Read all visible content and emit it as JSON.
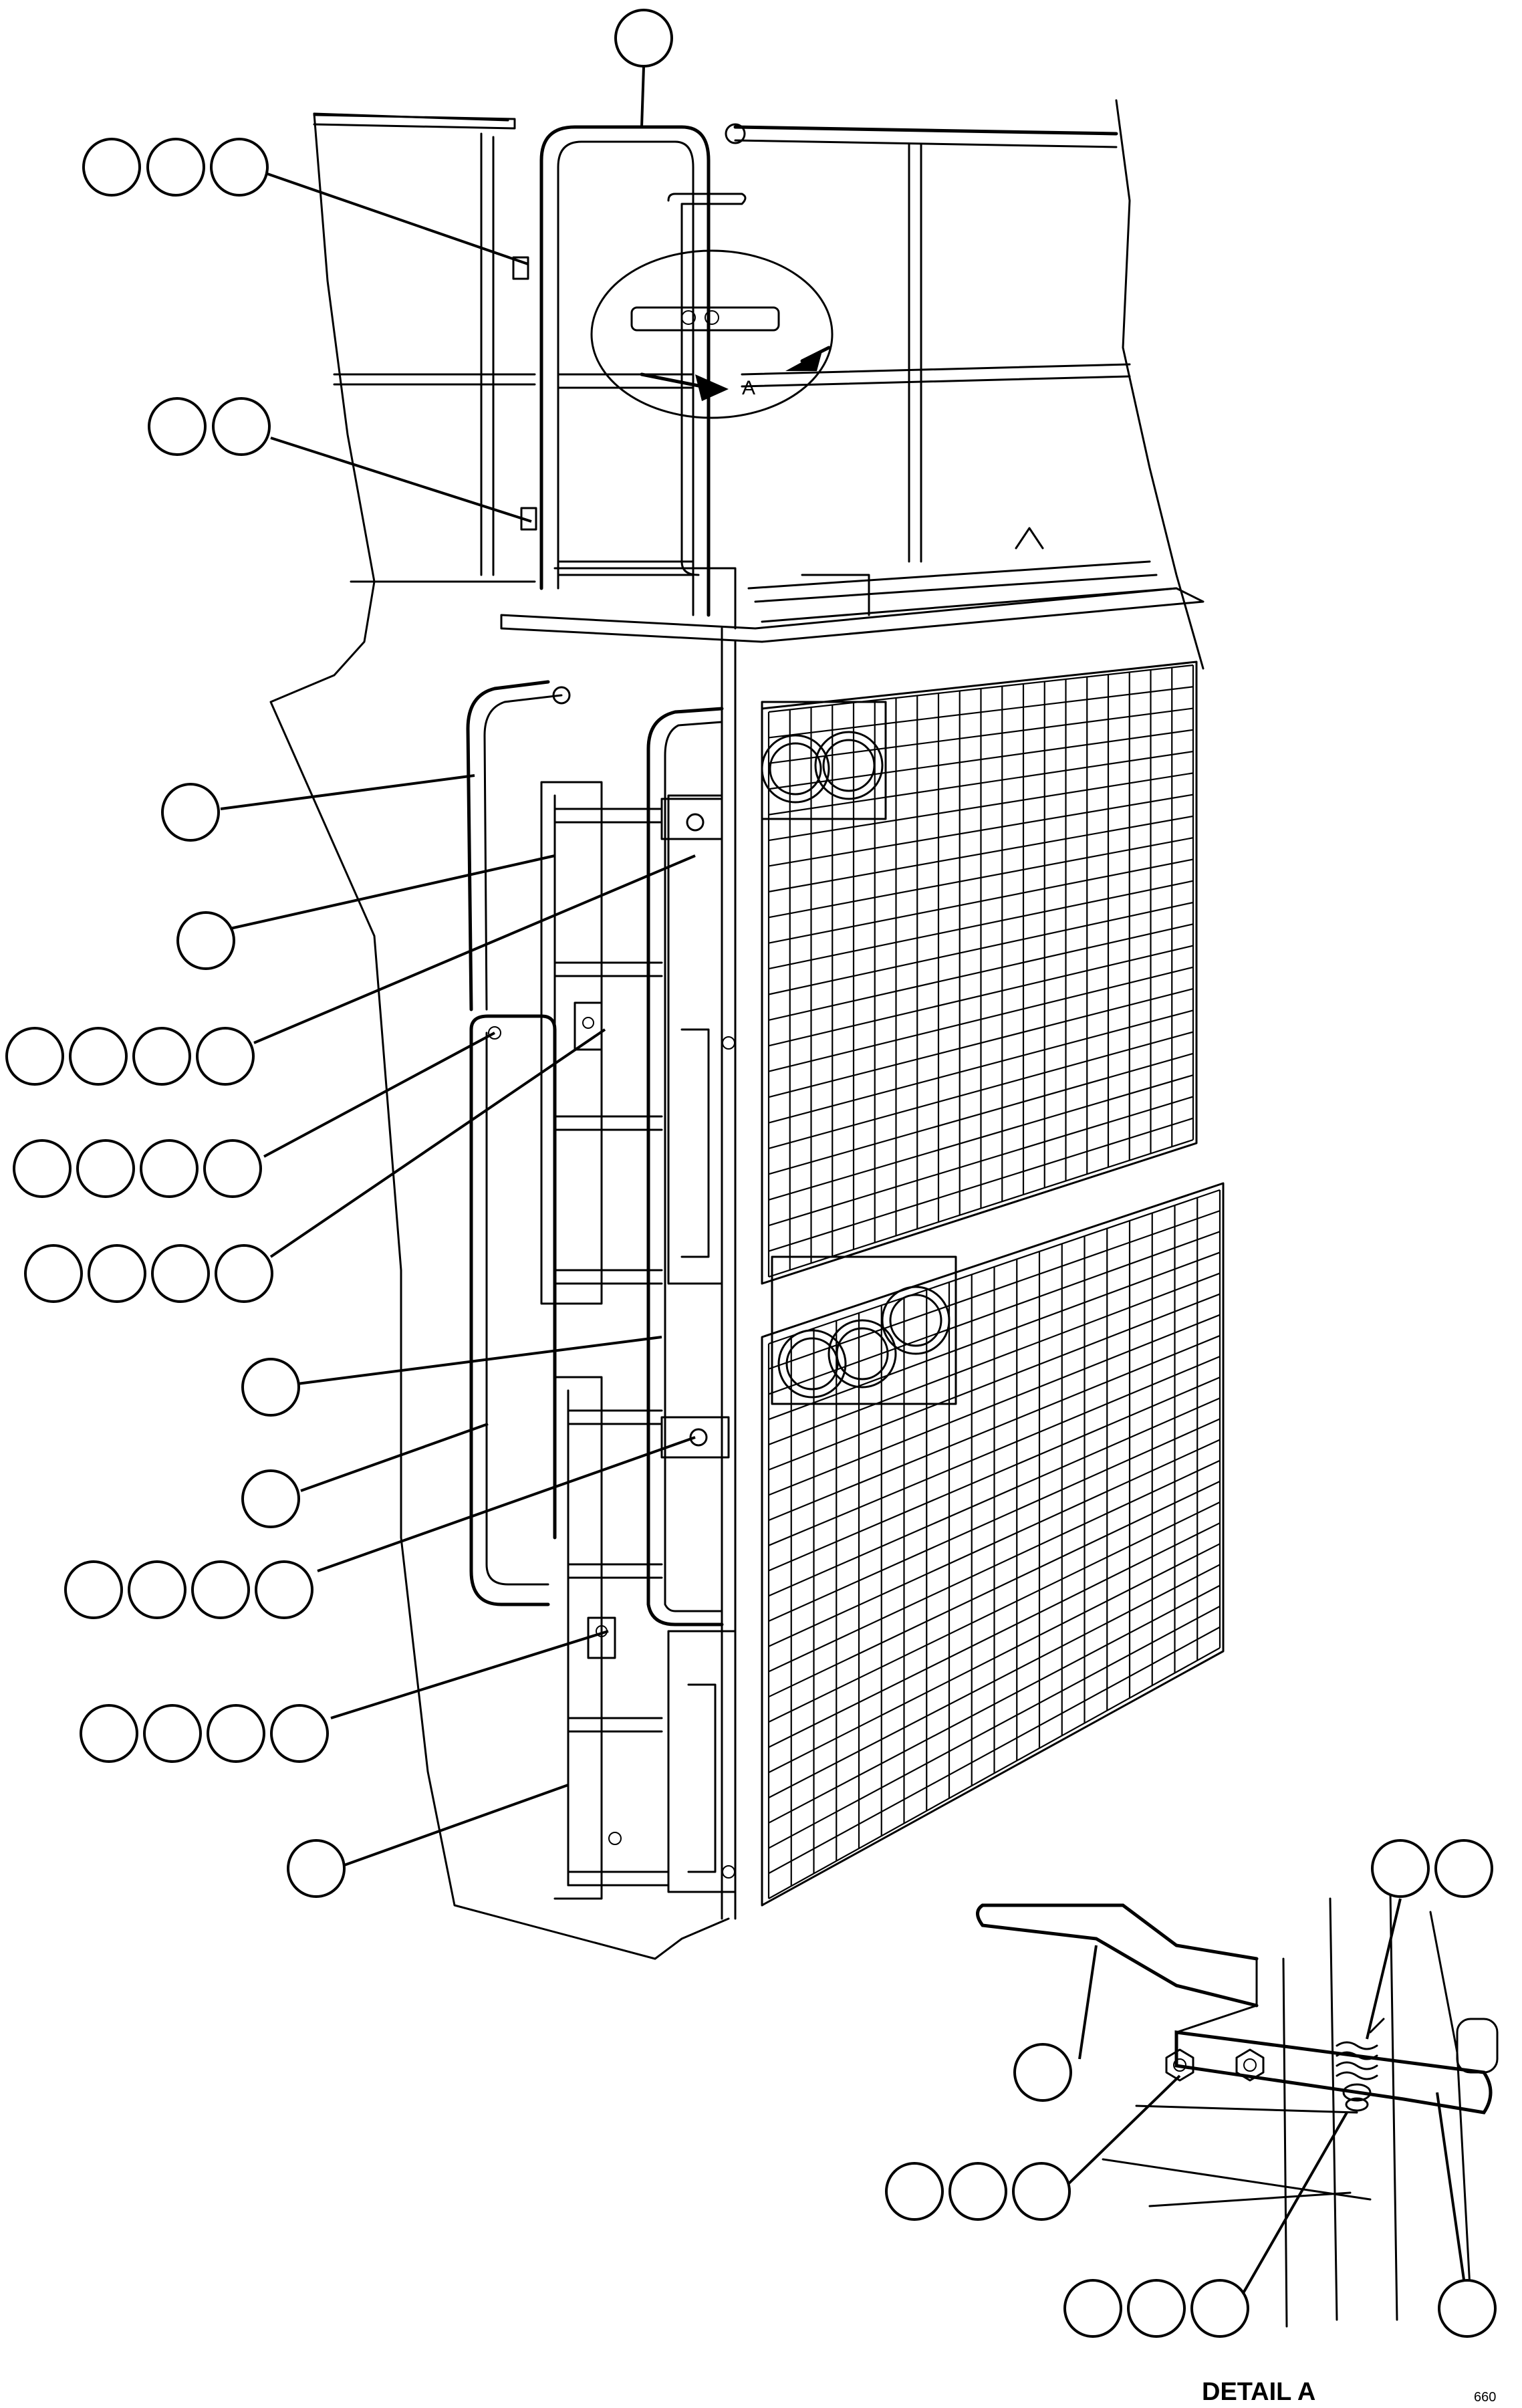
{
  "figure": {
    "view_marker_label": "A",
    "detail_caption": "DETAIL A",
    "drawing_number": "660"
  },
  "callout_groups": [
    {
      "name": "callout-group-1",
      "bubbles": 1
    },
    {
      "name": "callout-group-2",
      "bubbles": 3
    },
    {
      "name": "callout-group-3",
      "bubbles": 2
    },
    {
      "name": "callout-group-4",
      "bubbles": 1
    },
    {
      "name": "callout-group-5",
      "bubbles": 1
    },
    {
      "name": "callout-group-6",
      "bubbles": 4
    },
    {
      "name": "callout-group-7",
      "bubbles": 4
    },
    {
      "name": "callout-group-8",
      "bubbles": 4
    },
    {
      "name": "callout-group-9",
      "bubbles": 1
    },
    {
      "name": "callout-group-10",
      "bubbles": 1
    },
    {
      "name": "callout-group-11",
      "bubbles": 4
    },
    {
      "name": "callout-group-12",
      "bubbles": 4
    },
    {
      "name": "callout-group-13",
      "bubbles": 1
    },
    {
      "name": "detail-callout-1",
      "bubbles": 2
    },
    {
      "name": "detail-callout-2",
      "bubbles": 1
    },
    {
      "name": "detail-callout-3",
      "bubbles": 3
    },
    {
      "name": "detail-callout-4",
      "bubbles": 3
    },
    {
      "name": "detail-callout-5",
      "bubbles": 1
    }
  ],
  "colors": {
    "line": "#000000",
    "background": "#ffffff"
  }
}
